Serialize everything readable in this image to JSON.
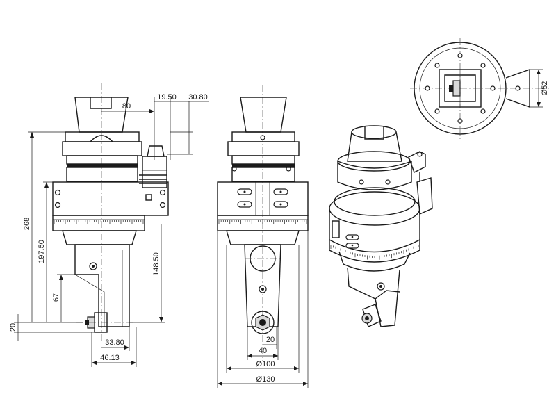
{
  "dimensions": {
    "d80": "80",
    "d19_50": "19.50",
    "d30_80": "30.80",
    "d268": "268",
    "d197_50": "197.50",
    "d148_50": "148.50",
    "d67": "67",
    "d20_left": "20",
    "d33_80": "33.80",
    "d46_13": "46.13",
    "d20_front": "20",
    "d40": "40",
    "dia100": "Ø100",
    "dia130": "Ø130",
    "dia52": "Ø52"
  },
  "colors": {
    "line": "#1a1a1a",
    "background": "#ffffff",
    "shade": "#d9d9d9"
  }
}
